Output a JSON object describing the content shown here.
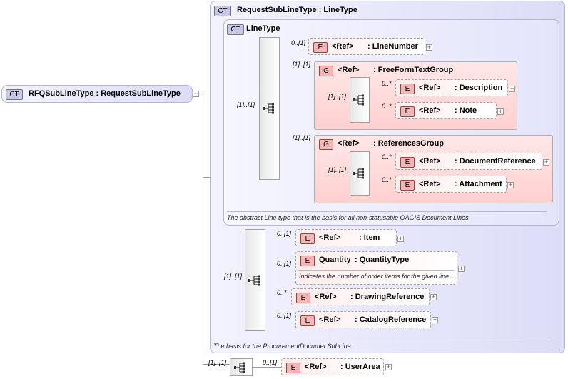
{
  "root": {
    "tag": "CT",
    "label": "RFQSubLineType : RequestSubLineType"
  },
  "outer_ct": {
    "tag": "CT",
    "label": "RequestSubLineType : LineType",
    "doc": "The basis for the ProcurementDocumet SubLine."
  },
  "inner_ct": {
    "tag": "CT",
    "label": "LineType",
    "doc": "The abstract Line type that is the basis for all non-statusable OAGIS Document Lines"
  },
  "line_number": {
    "card": "0..[1]",
    "tag": "E",
    "ref": "<Ref>",
    "name": ": LineNumber"
  },
  "freeform_group": {
    "card": "[1]..[1]",
    "tag": "G",
    "ref": "<Ref>",
    "name": ": FreeFormTextGroup",
    "seq_card": "[1]..[1]",
    "items": [
      {
        "card": "0..*",
        "tag": "E",
        "ref": "<Ref>",
        "name": ": Description"
      },
      {
        "card": "0..*",
        "tag": "E",
        "ref": "<Ref>",
        "name": ": Note"
      }
    ]
  },
  "references_group": {
    "card": "[1]..[1]",
    "tag": "G",
    "ref": "<Ref>",
    "name": ": ReferencesGroup",
    "seq_card": "[1]..[1]",
    "items": [
      {
        "card": "0..*",
        "tag": "E",
        "ref": "<Ref>",
        "name": ": DocumentReference"
      },
      {
        "card": "0..*",
        "tag": "E",
        "ref": "<Ref>",
        "name": ": Attachment"
      }
    ]
  },
  "inner_seq_card": "[1]..[1]",
  "second_seq_card": "[1]..[1]",
  "outer_elements": [
    {
      "card": "0..[1]",
      "tag": "E",
      "ref": "<Ref>",
      "name": ": Item"
    },
    {
      "card": "0..[1]",
      "tag": "E",
      "ref": "Quantity",
      "name": ": QuantityType",
      "doc": "Indicates the number of order items for the given line.."
    },
    {
      "card": "0..*",
      "tag": "E",
      "ref": "<Ref>",
      "name": ": DrawingReference"
    },
    {
      "card": "0..[1]",
      "tag": "E",
      "ref": "<Ref>",
      "name": ": CatalogReference"
    }
  ],
  "bottom_seq_card": "[1]..[1]",
  "user_area": {
    "card": "0..[1]",
    "tag": "E",
    "ref": "<Ref>",
    "name": ": UserArea"
  },
  "collapse_symbol": "−",
  "expand_symbol": "+",
  "colors": {
    "ct_bg": "#dcdcf7",
    "element_bg": "#ffecec",
    "group_bg": "#ffd0d0"
  }
}
